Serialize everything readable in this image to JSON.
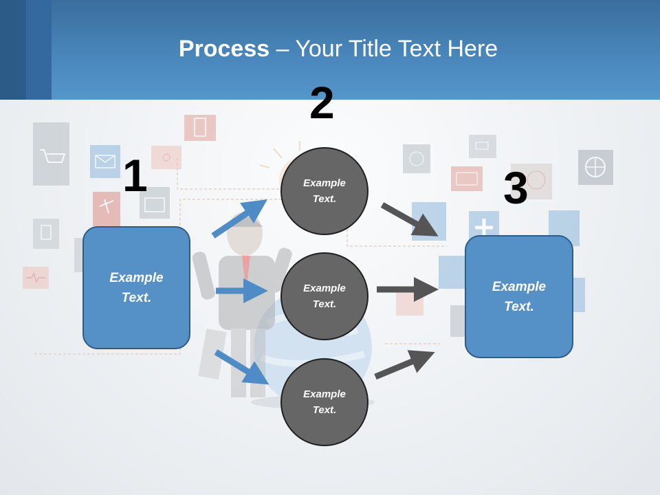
{
  "slide": {
    "title_bold": "Process",
    "title_rest": " – Your Title Text Here"
  },
  "steps": [
    {
      "number": "1",
      "text": "Example Text."
    },
    {
      "number": "2",
      "items": [
        "Example Text.",
        "Example Text.",
        "Example Text."
      ]
    },
    {
      "number": "3",
      "text": "Example Text."
    }
  ],
  "colors": {
    "header": "#4a88bd",
    "box_fill": "#5590c6",
    "circle_fill": "#666666",
    "blue_arrow": "#4f8bc4",
    "gray_arrow": "#555555"
  }
}
